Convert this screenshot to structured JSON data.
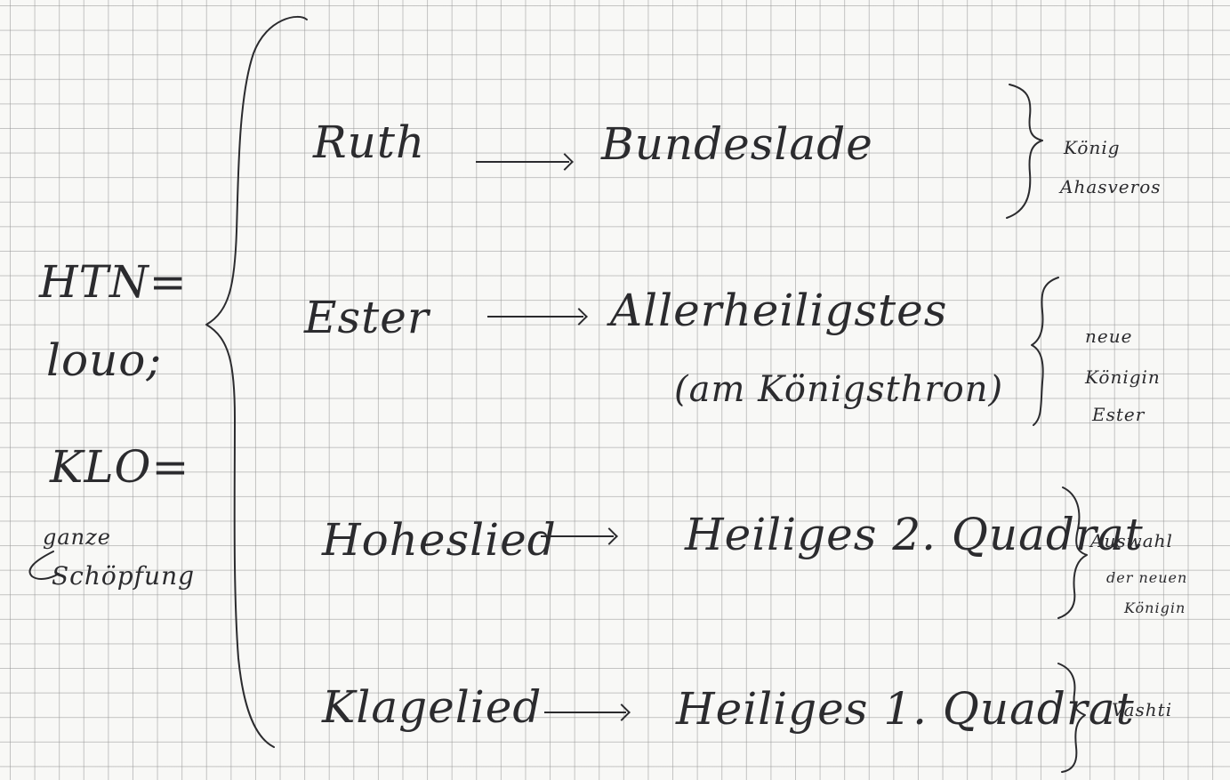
{
  "left_notes": {
    "line1": "HTN=",
    "line2": "louo;",
    "line3": "KLO=",
    "line4a": "ganze",
    "line4b": "Schöpfung"
  },
  "rows": [
    {
      "book": "Ruth",
      "target": "Bundeslade",
      "target_sub": "",
      "note": [
        "König",
        "Ahasveros"
      ]
    },
    {
      "book": "Ester",
      "target": "Allerheiligstes",
      "target_sub": "(am Königsthron)",
      "note": [
        "neue",
        "Königin",
        "Ester"
      ]
    },
    {
      "book": "Hoheslied",
      "target": "Heiliges 2. Quadrat",
      "target_sub": "",
      "note": [
        "Auswahl",
        "der neuen",
        "Königin"
      ]
    },
    {
      "book": "Klagelied",
      "target": "Heiliges 1. Quadrat",
      "target_sub": "",
      "note": [
        "Vashti"
      ]
    }
  ]
}
